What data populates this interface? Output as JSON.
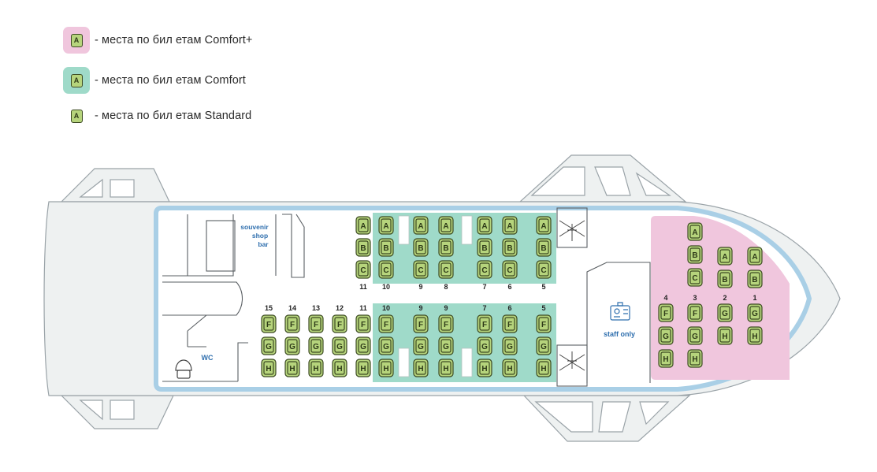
{
  "legend": [
    {
      "letter": "A",
      "text": "- места по бил етам Comfort+",
      "bg": "#f0c6dd"
    },
    {
      "letter": "A",
      "text": "- места по бил етам Comfort",
      "bg": "#9fdac9"
    },
    {
      "letter": "A",
      "text": "- места по бил етам Standard",
      "bg": ""
    }
  ],
  "labels": {
    "bar": [
      "souvenir",
      "shop",
      "bar"
    ],
    "wc": "WC",
    "staff": "staff only"
  },
  "colors": {
    "comfort_plus": "#f0c6dd",
    "comfort": "#9fdac9",
    "seat": "#b6d47c",
    "seat_border": "#3c4a22",
    "hull": "#eef1f1",
    "hull_line": "#9aa3a8",
    "inner_border": "#a9cfe6",
    "label_blue": "#2f6fae"
  },
  "upper_rows": [
    {
      "row": "11",
      "seats": [
        "A",
        "B",
        "C"
      ]
    },
    {
      "row": "10",
      "seats": [
        "A",
        "B",
        "C"
      ]
    },
    {
      "row": "9",
      "seats": [
        "A",
        "B",
        "C"
      ]
    },
    {
      "row": "8",
      "seats": [
        "A",
        "B",
        "C"
      ]
    },
    {
      "row": "7",
      "seats": [
        "A",
        "B",
        "C"
      ]
    },
    {
      "row": "6",
      "seats": [
        "A",
        "B",
        "C"
      ]
    },
    {
      "row": "5",
      "seats": [
        "A",
        "B",
        "C"
      ]
    }
  ],
  "lower_rows": [
    {
      "row": "15",
      "seats": [
        "F",
        "G",
        "H"
      ]
    },
    {
      "row": "14",
      "seats": [
        "F",
        "G",
        "H"
      ]
    },
    {
      "row": "13",
      "seats": [
        "F",
        "G",
        "H"
      ]
    },
    {
      "row": "12",
      "seats": [
        "F",
        "G",
        "H"
      ]
    },
    {
      "row": "11",
      "seats": [
        "F",
        "G",
        "H"
      ]
    },
    {
      "row": "10",
      "seats": [
        "F",
        "G",
        "H"
      ]
    },
    {
      "row": "9",
      "seats": [
        "F",
        "G",
        "H"
      ]
    },
    {
      "row": "9",
      "seats": [
        "F",
        "G",
        "H"
      ]
    },
    {
      "row": "7",
      "seats": [
        "F",
        "G",
        "H"
      ]
    },
    {
      "row": "6",
      "seats": [
        "F",
        "G",
        "H"
      ]
    },
    {
      "row": "5",
      "seats": [
        "F",
        "G",
        "H"
      ]
    }
  ],
  "bow_rows": [
    {
      "row": "4",
      "seats": [
        "F",
        "G",
        "H"
      ]
    },
    {
      "row": "3",
      "seats": [
        "A",
        "B",
        "C",
        "F",
        "G",
        "H"
      ]
    },
    {
      "row": "2",
      "seats": [
        "A",
        "B",
        "G",
        "H"
      ]
    },
    {
      "row": "1",
      "seats": [
        "A",
        "B",
        "G",
        "H"
      ]
    }
  ]
}
